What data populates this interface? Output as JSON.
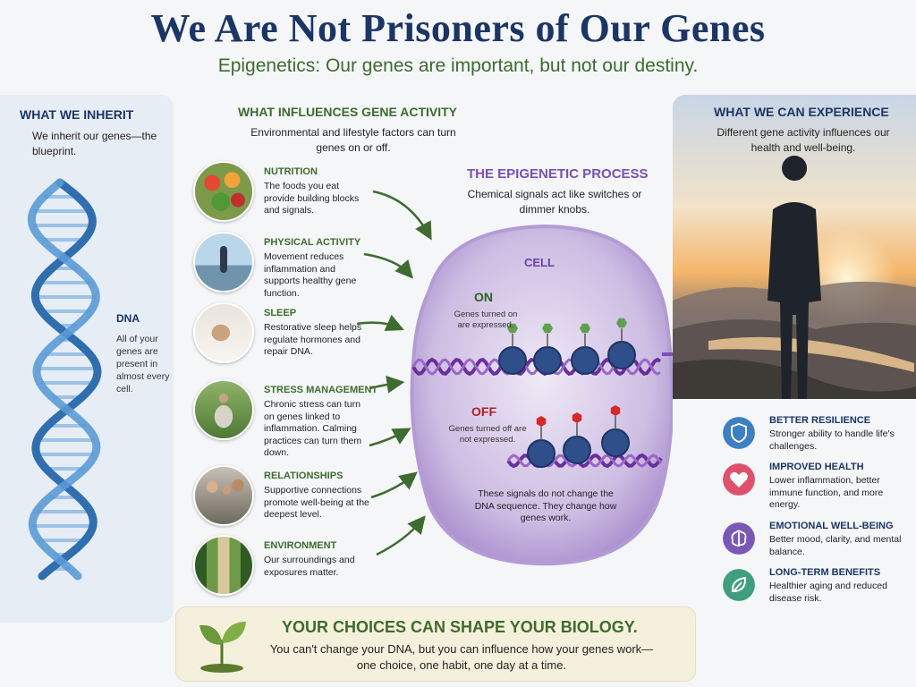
{
  "header": {
    "title": "We Are Not Prisoners of Our Genes",
    "subtitle": "Epigenetics: Our genes are important, but not our destiny."
  },
  "inherit": {
    "heading": "WHAT WE INHERIT",
    "text": "We inherit our genes—the blueprint.",
    "dna_label": "DNA",
    "dna_text": "All of your genes are present in almost every cell."
  },
  "influences": {
    "heading": "WHAT INFLUENCES GENE ACTIVITY",
    "text": "Environmental and lifestyle factors can turn genes on or off.",
    "factors": [
      {
        "title": "NUTRITION",
        "text": "The foods you eat provide building blocks and signals."
      },
      {
        "title": "PHYSICAL ACTIVITY",
        "text": "Movement reduces inflammation and supports healthy gene function."
      },
      {
        "title": "SLEEP",
        "text": "Restorative sleep helps regulate hormones and repair DNA."
      },
      {
        "title": "STRESS MANAGEMENT",
        "text": "Chronic stress can turn on genes linked to inflammation. Calming practices can turn them down."
      },
      {
        "title": "RELATIONSHIPS",
        "text": "Supportive connections promote well-being at the deepest level."
      },
      {
        "title": "ENVIRONMENT",
        "text": "Our surroundings and exposures matter."
      }
    ]
  },
  "process": {
    "heading": "THE EPIGENETIC PROCESS",
    "text": "Chemical signals act like switches or dimmer knobs.",
    "cell_label": "CELL",
    "on_label": "ON",
    "on_text": "Genes turned on are expressed.",
    "off_label": "OFF",
    "off_text": "Genes turned off are not expressed.",
    "note": "These signals do not change the DNA sequence. They change how genes work."
  },
  "experience": {
    "heading": "WHAT WE CAN EXPERIENCE",
    "text": "Different gene activity influences our health and well-being.",
    "benefits": [
      {
        "title": "BETTER RESILIENCE",
        "text": "Stronger ability to handle life's challenges.",
        "icon": "shield-icon",
        "color": "#3b7fc4"
      },
      {
        "title": "IMPROVED HEALTH",
        "text": "Lower inflammation, better immune function, and more energy.",
        "icon": "heart-icon",
        "color": "#e0506a"
      },
      {
        "title": "EMOTIONAL WELL-BEING",
        "text": "Better mood, clarity, and mental balance.",
        "icon": "brain-icon",
        "color": "#7a58b8"
      },
      {
        "title": "LONG-TERM BENEFITS",
        "text": "Healthier aging and reduced disease risk.",
        "icon": "leaf-icon",
        "color": "#3f9e7e"
      }
    ]
  },
  "banner": {
    "heading": "YOUR CHOICES CAN SHAPE YOUR BIOLOGY.",
    "text": "You can't change your DNA, but you can influence how your genes work—one choice, one habit, one day at a time."
  },
  "colors": {
    "navy": "#1b3566",
    "green": "#3e6b2e",
    "purple": "#7b4fb8",
    "on_marker": "#5fa04e",
    "off_marker": "#d62828"
  }
}
